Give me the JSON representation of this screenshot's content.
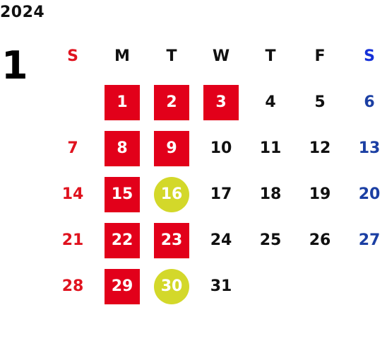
{
  "year": "2024",
  "month": "1",
  "weekdays": [
    "S",
    "M",
    "T",
    "W",
    "T",
    "F",
    "S"
  ],
  "colors": {
    "sunday": "#e0131f",
    "saturday": "#1b3fa3",
    "weekday": "#111111",
    "holiday_bg": "#e2001a",
    "event_bg": "#d3d82a"
  },
  "weeks": [
    [
      {
        "day": ""
      },
      {
        "day": "1",
        "style": "holiday"
      },
      {
        "day": "2",
        "style": "holiday"
      },
      {
        "day": "3",
        "style": "holiday"
      },
      {
        "day": "4"
      },
      {
        "day": "5"
      },
      {
        "day": "6"
      }
    ],
    [
      {
        "day": "7"
      },
      {
        "day": "8",
        "style": "holiday"
      },
      {
        "day": "9",
        "style": "holiday"
      },
      {
        "day": "10"
      },
      {
        "day": "11"
      },
      {
        "day": "12"
      },
      {
        "day": "13"
      }
    ],
    [
      {
        "day": "14"
      },
      {
        "day": "15",
        "style": "holiday"
      },
      {
        "day": "16",
        "style": "event"
      },
      {
        "day": "17"
      },
      {
        "day": "18"
      },
      {
        "day": "19"
      },
      {
        "day": "20"
      }
    ],
    [
      {
        "day": "21"
      },
      {
        "day": "22",
        "style": "holiday"
      },
      {
        "day": "23",
        "style": "holiday"
      },
      {
        "day": "24"
      },
      {
        "day": "25"
      },
      {
        "day": "26"
      },
      {
        "day": "27"
      }
    ],
    [
      {
        "day": "28"
      },
      {
        "day": "29",
        "style": "holiday"
      },
      {
        "day": "30",
        "style": "event"
      },
      {
        "day": "31"
      },
      {
        "day": ""
      },
      {
        "day": ""
      },
      {
        "day": ""
      }
    ]
  ]
}
